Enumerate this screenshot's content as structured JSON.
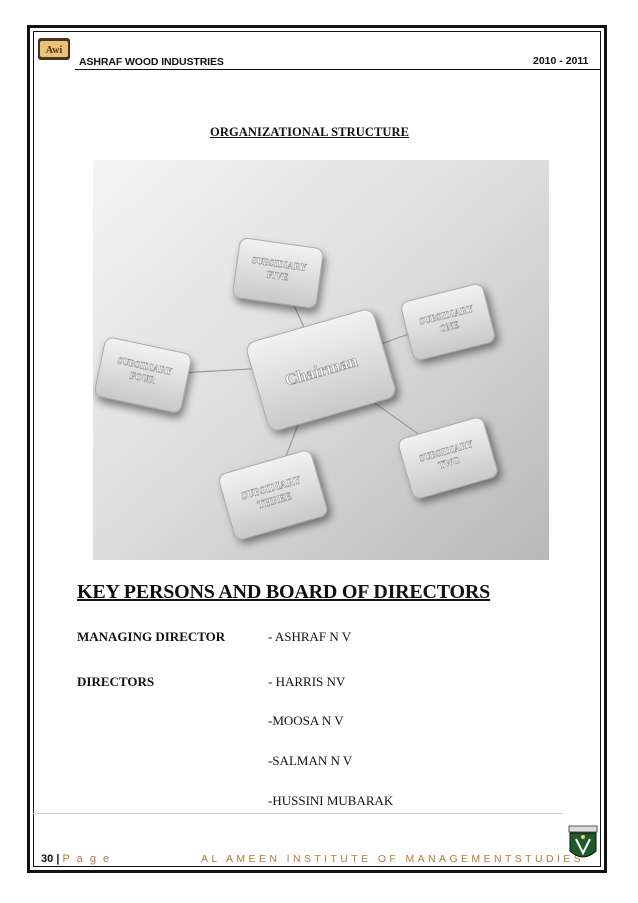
{
  "header": {
    "company": "ASHRAF WOOD INDUSTRIES",
    "year": "2010 - 2011",
    "logo_text": "Awi"
  },
  "org_structure": {
    "title": "ORGANIZATIONAL STRUCTURE",
    "center": "Chairman",
    "subsidiaries": [
      {
        "line1": "SUBSIDIARY",
        "line2": "FIVE"
      },
      {
        "line1": "SUBSIDIARY",
        "line2": "ONE"
      },
      {
        "line1": "SUBSIDIARY",
        "line2": "FOUR"
      },
      {
        "line1": "SUBSIDIARY",
        "line2": "TWO"
      },
      {
        "line1": "SUBSIDIARY",
        "line2": "THREE"
      }
    ]
  },
  "key_persons": {
    "title": "KEY PERSONS AND BOARD OF DIRECTORS",
    "managing_director_label": "MANAGING DIRECTOR",
    "managing_director": "- ASHRAF N V",
    "directors_label": "DIRECTORS",
    "directors": [
      "- HARRIS NV",
      "-MOOSA N V",
      "-SALMAN N V",
      "-HUSSINI MUBARAK"
    ]
  },
  "footer": {
    "page_number": "30",
    "separator": "|",
    "page_word": "P a g e",
    "institute": "AL AMEEN INSTITUTE OF MANAGEMENTSTUDIES"
  }
}
